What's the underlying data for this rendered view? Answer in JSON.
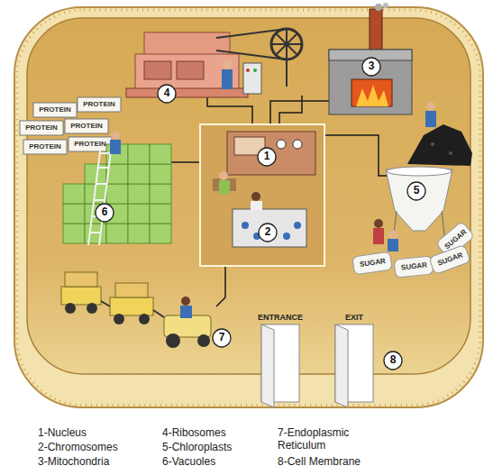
{
  "diagram": {
    "labels": [
      "1",
      "2",
      "3",
      "4",
      "5",
      "6",
      "7",
      "8",
      "PROTEIN",
      "PROTEIN",
      "PROTEIN",
      "PROTEIN",
      "PROTEIN",
      "PROTEIN",
      "SUGAR",
      "SUGAR",
      "SUGAR",
      "SUGAR",
      "ENTRANCE",
      "EXIT",
      "1-Nucleus",
      "2-Chromosomes",
      "3-Mitochondria",
      "4-Ribosomes",
      "5-Chloroplasts",
      "6-Vacuoles",
      "7-Endoplasmic Reticulum",
      "8-Cell Membrane"
    ]
  }
}
